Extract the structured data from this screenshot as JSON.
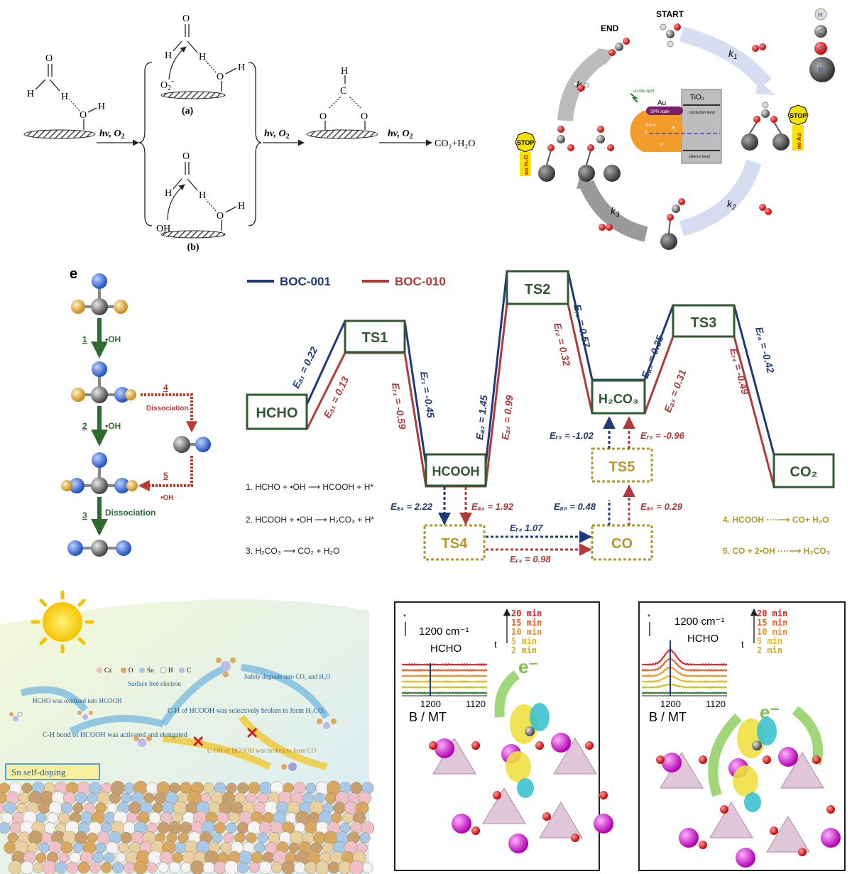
{
  "colors": {
    "boc001": "#1f3a7a",
    "boc010": "#b23a3a",
    "box_green": "#2f5a2f",
    "ts_dashed": "#b8962e",
    "pathway_green": "#2e6b2e",
    "pathway_red": "#c0392b",
    "o_blue": "#1f5bd6",
    "h_gold": "#e0a02a",
    "c_grey": "#707070",
    "spec_red": "#e02020",
    "spec_orange": "#f08020",
    "spec_gold": "#d8a020",
    "spec_yellow": "#c8c020",
    "spec_green": "#2e7d2e"
  },
  "panel_a": {
    "hv_o2": "hv, O",
    "two": "2",
    "products": "CO₂+H₂O",
    "label_a": "(a)",
    "label_b": "(b)",
    "superoxide": "O",
    "superoxide_sup": "2",
    "superoxide_charge": "-",
    "hydroxyl": "OH",
    "atom_h": "H",
    "atom_o": "O",
    "atom_c": "C"
  },
  "panel_cycle": {
    "end": "END",
    "start": "START",
    "k1": "k",
    "k1_sub": "1",
    "k2": "k",
    "k2_sub": "2",
    "k3": "k",
    "k3_sub": "3",
    "k4": "k",
    "k4_sub": "4",
    "stop": "STOP",
    "no_h2o": "no H₂O",
    "no_au": "no Au",
    "tio2": "TiO₂",
    "au": "Au",
    "spr": "SPR state",
    "visible_light": "visible light",
    "conduction_band": "conduction band",
    "valence_band": "valence band",
    "hot_e": "hot e⁻",
    "hole": "h⁺",
    "ef": "E",
    "phi_sb": "Φ",
    "legend": [
      "H",
      "C",
      "O",
      "Ti"
    ]
  },
  "panel_e": {
    "label": "e",
    "step1": "1",
    "step2": "2",
    "step3": "3",
    "step4": "4",
    "step5": "5",
    "oh": "•OH",
    "dissociation": "Dissociation",
    "legend_001": "BOC-001",
    "legend_010": "BOC-010",
    "states": {
      "hcho": "HCHO",
      "ts1": "TS1",
      "hcooh": "HCOOH",
      "ts2": "TS2",
      "h2co3": "H₂CO₃",
      "ts3": "TS3",
      "co2": "CO₂",
      "ts4": "TS4",
      "co": "CO",
      "ts5": "TS5"
    },
    "energies": {
      "ea1_001": "Eₐ₁ = 0.22",
      "ea1_010": "Eₐ₁ = 0.13",
      "er1_001": "Eᵣ₁ = -0.45",
      "er1_010": "Eᵣ₁ = -0.59",
      "ea2_001": "Eₐ₂ = 1.45",
      "ea2_010": "Eₐ₂ = 0.99",
      "er2_001": "Eᵣ₂ = 0.57",
      "er2_010": "Eᵣ₂ = 0.32",
      "ea3_001": "Eₐ₃ = 0.35",
      "ea3_010": "Eₐ₃ = 0.31",
      "er4_001": "Eᵣ₄ = -0.42",
      "er4_010": "Eᵣ₄ = -0.49",
      "er5_001": "Eᵣ₅ = -1.02",
      "er5_010": "Eᵣ₅ = -0.96",
      "ea4_001": "Eₐ₄ = 2.22",
      "ea4_010": "Eₐ₄ = 1.92",
      "ea5_001": "Eₐ₅ = 0.48",
      "ea5_010": "Eₐ₅ = 0.29",
      "er4b_001": "Eᵣ₄  1.07",
      "er4b_010": "Eᵣ₄ = 0.98"
    },
    "reactions": [
      "1. HCHO + •OH ⟶ HCOOH + H*",
      "2. HCOOH + •OH ⟶ H₂CO₃ + H*",
      "3. H₂CO₃ ⟶ CO₂ + H₂O"
    ],
    "side_reactions": [
      "4. HCOOH ····⟶ CO+ H₂O",
      "5. CO + 2•OH ····⟶ H₂CO₃"
    ]
  },
  "panel_sn": {
    "legend": [
      "Ca",
      "O",
      "Sn",
      "H",
      "C"
    ],
    "surface_free_electron": "Surface free electron",
    "text1": "HCHO was oxidized into HCOOH",
    "text2": "C-H bond of HCOOH was activated and elongated",
    "text3": "C-H of HCOOH was selectively broken to form H₂CO₃",
    "text4": "Safely degrade into CO₂ and H₂O",
    "text5": "C-OH of HCOOH was broken to form CO",
    "sn_self_doping": "Sn self-doping"
  },
  "panel_epr_left": {
    "wavenumber": "1200 cm⁻¹",
    "species": "HCHO",
    "t_label": "t",
    "times": [
      "20 min",
      "15 min",
      "10 min",
      "5 min",
      "2 min"
    ],
    "x_ticks": [
      "1200",
      "1120"
    ],
    "x_label": "B / MT",
    "electron": "e⁻",
    "star": "*"
  },
  "panel_epr_right": {
    "wavenumber": "1200 cm⁻¹",
    "species": "HCHO",
    "t_label": "t",
    "times": [
      "20 min",
      "15 min",
      "10 min",
      "5 min",
      "2 min"
    ],
    "x_ticks": [
      "1200",
      "1120"
    ],
    "x_label": "B / MT",
    "electron": "e⁻",
    "star": "*"
  }
}
